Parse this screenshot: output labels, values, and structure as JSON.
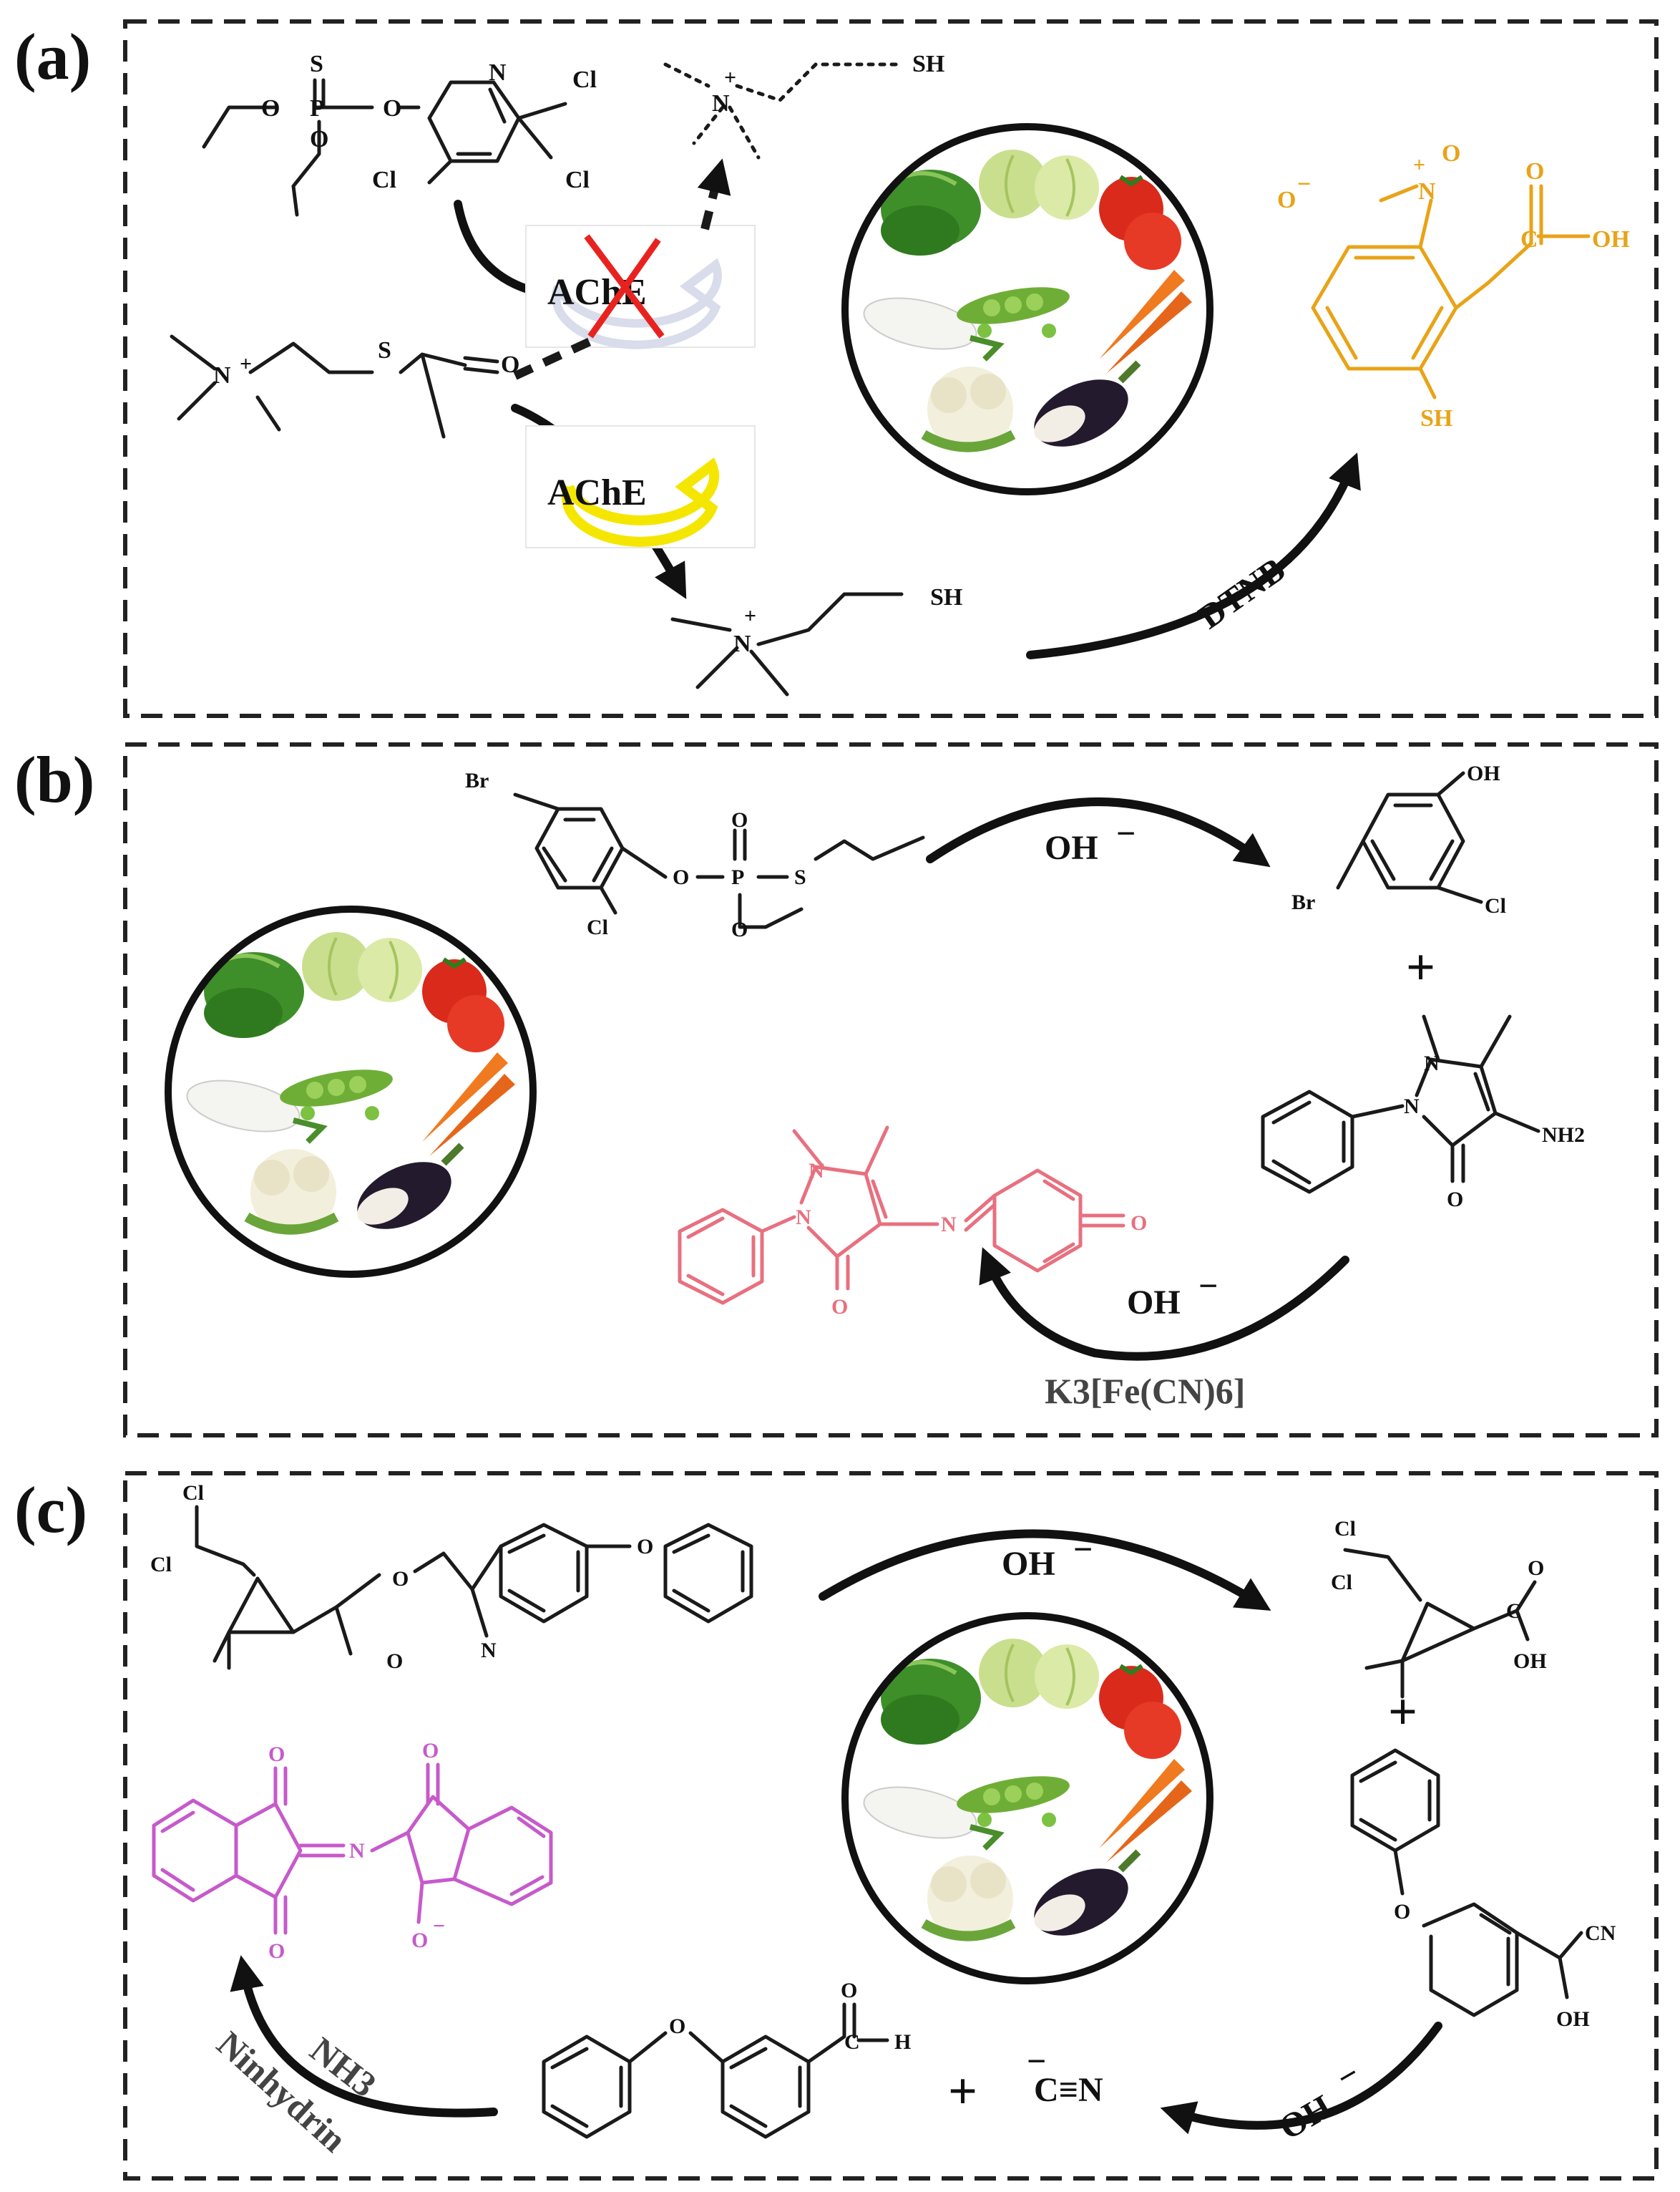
{
  "panels": [
    {
      "label": "(a)"
    },
    {
      "label": "(b)"
    },
    {
      "label": "(c)"
    }
  ],
  "panel_a": {
    "enzyme_inhibited": "AChE",
    "enzyme_active": "AChE",
    "reagent": "DTNB",
    "atoms": {
      "S": "S",
      "P": "P",
      "O": "O",
      "N": "N",
      "Cl": "Cl",
      "N_plus": "N",
      "plus": "+",
      "SH": "SH",
      "O_minus": "O",
      "minus": "−",
      "OH": "OH",
      "C": "C"
    }
  },
  "panel_b": {
    "reagent_top": "OH",
    "reagent_bottom": "OH",
    "oxidant": "K3[Fe(CN)6]",
    "plus": "+",
    "atoms": {
      "Br": "Br",
      "Cl": "Cl",
      "O": "O",
      "P": "P",
      "S": "S",
      "OH": "OH",
      "N": "N",
      "NH2": "NH2"
    }
  },
  "panel_c": {
    "reagent_top": "OH",
    "reagent_right": "OH",
    "reagent_left_1": "NH3",
    "reagent_left_2": "Ninhydrin",
    "plus": "+",
    "cyanide": "C≡N",
    "atoms": {
      "Cl": "Cl",
      "O": "O",
      "N": "N",
      "OH": "OH",
      "CN": "CN",
      "C": "C",
      "H": "H"
    }
  },
  "colors": {
    "dtnb_product": "#E8A317",
    "antipyrine_dye": "#E8707F",
    "ruhemann_purple": "#C65ACB",
    "active_enzyme": "#F5E600",
    "inhibition_cross": "#E8231F"
  }
}
